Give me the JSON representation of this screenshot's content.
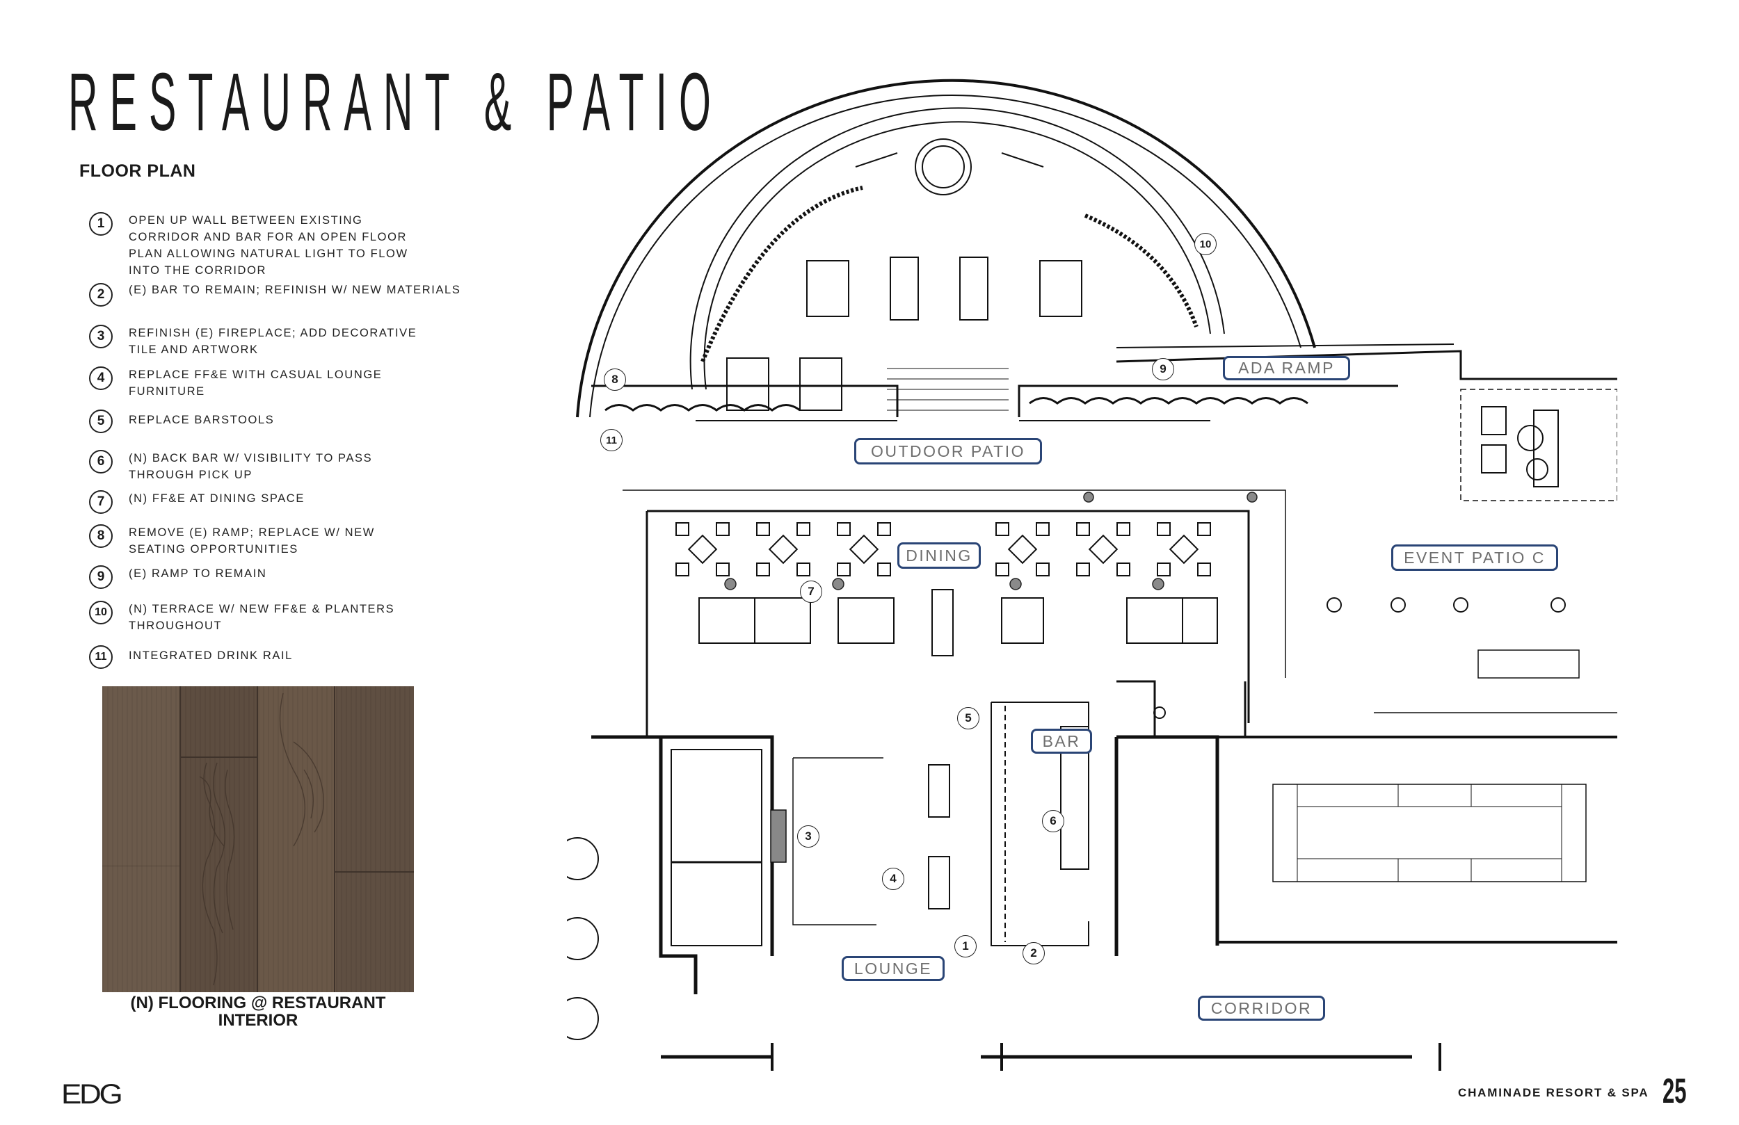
{
  "header": {
    "title": "RESTAURANT & PATIO",
    "subtitle": "FLOOR PLAN"
  },
  "legend": [
    {
      "num": "1",
      "text": "OPEN UP WALL BETWEEN EXISTING CORRIDOR AND BAR FOR AN OPEN FLOOR PLAN ALLOWING NATURAL LIGHT TO FLOW INTO THE CORRIDOR"
    },
    {
      "num": "2",
      "text": "(E) BAR TO REMAIN; REFINISH W/ NEW MATERIALS"
    },
    {
      "num": "3",
      "text": "REFINISH (E) FIREPLACE; ADD DECORATIVE TILE AND ARTWORK"
    },
    {
      "num": "4",
      "text": "REPLACE FF&E WITH CASUAL LOUNGE FURNITURE"
    },
    {
      "num": "5",
      "text": "REPLACE BARSTOOLS"
    },
    {
      "num": "6",
      "text": "(N) BACK BAR W/ VISIBILITY TO PASS THROUGH PICK UP"
    },
    {
      "num": "7",
      "text": "(N) FF&E AT DINING SPACE"
    },
    {
      "num": "8",
      "text": "REMOVE (E) RAMP; REPLACE W/ NEW SEATING OPPORTUNITIES"
    },
    {
      "num": "9",
      "text": "(E) RAMP TO REMAIN"
    },
    {
      "num": "10",
      "text": "(N) TERRACE W/ NEW FF&E & PLANTERS THROUGHOUT"
    },
    {
      "num": "11",
      "text": "INTEGRATED DRINK RAIL"
    }
  ],
  "material": {
    "caption": "(N) FLOORING @ RESTAURANT INTERIOR",
    "swatch_color": "#62513f"
  },
  "plan": {
    "rooms": {
      "outdoor_patio": "OUTDOOR PATIO",
      "dining": "DINING",
      "event_patio": "EVENT PATIO C",
      "ada_ramp": "ADA RAMP",
      "bar": "BAR",
      "lounge": "LOUNGE",
      "corridor": "CORRIDOR"
    },
    "keys": {
      "k1": "1",
      "k2": "2",
      "k3": "3",
      "k4": "4",
      "k5": "5",
      "k6": "6",
      "k7": "7",
      "k8": "8",
      "k9": "9",
      "k10": "10",
      "k11": "11"
    },
    "label_border_color": "#2a4576",
    "label_text_color": "#6e6e6e"
  },
  "footer": {
    "logo": "EDG",
    "project": "CHAMINADE RESORT & SPA",
    "page": "25"
  }
}
